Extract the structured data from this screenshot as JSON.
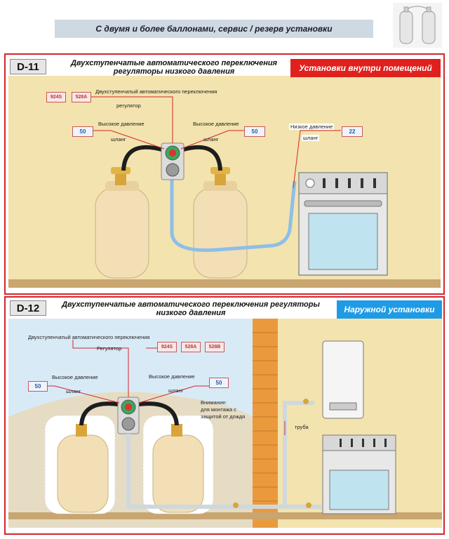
{
  "header": {
    "title": "С двумя и более баллонами, сервис / резерв установки"
  },
  "panel1": {
    "code": "D-11",
    "title_line1": "Двухступенчатые  автоматического переключения",
    "title_line2": "регуляторы низкого давления",
    "banner": "Установки внутри помещений",
    "banner_color": "#e0201c",
    "tags": {
      "t1": "924S",
      "t2": "528A",
      "high_left": "50",
      "high_right": "50",
      "low": "22"
    },
    "labels": {
      "regulator_line1": "Двухступенчатый автоматического переключения",
      "regulator_line2": "регулятор",
      "high_left_1": "Высокое давление",
      "high_left_2": "шланг",
      "high_right_1": "Высокое давление",
      "high_right_2": "шланг",
      "low_1": "Низкое давление",
      "low_2": "шланг"
    }
  },
  "panel2": {
    "code": "D-12",
    "title_line1": "Двухступенчатые  автоматического переключения  регуляторы",
    "title_line2": "низкого давления",
    "banner": "Наружной установки",
    "banner_color": "#1f9be6",
    "tags": {
      "t1": "924S",
      "t2": "528A",
      "t3": "528B",
      "high_left": "50",
      "high_right": "50"
    },
    "labels": {
      "regulator_line1": "Двухступенчатый автоматического переключения",
      "regulator_line2": "Регулятор",
      "high_left_1": "Высокое давление",
      "high_left_2": "шланг",
      "high_right_1": "Высокое давление",
      "high_right_2": "шланг",
      "warning_1": "Внимание:",
      "warning_2": "для монтажа  с",
      "warning_3": "защитой от дождя",
      "pipe": "труба"
    }
  },
  "colors": {
    "panel_border": "#d1272e",
    "cylinder": "#f3dfb4",
    "wall": "#f0d9a0",
    "floor": "#c8a774",
    "hose_low": "#7fb6e6",
    "brick": "#e89a3c"
  }
}
